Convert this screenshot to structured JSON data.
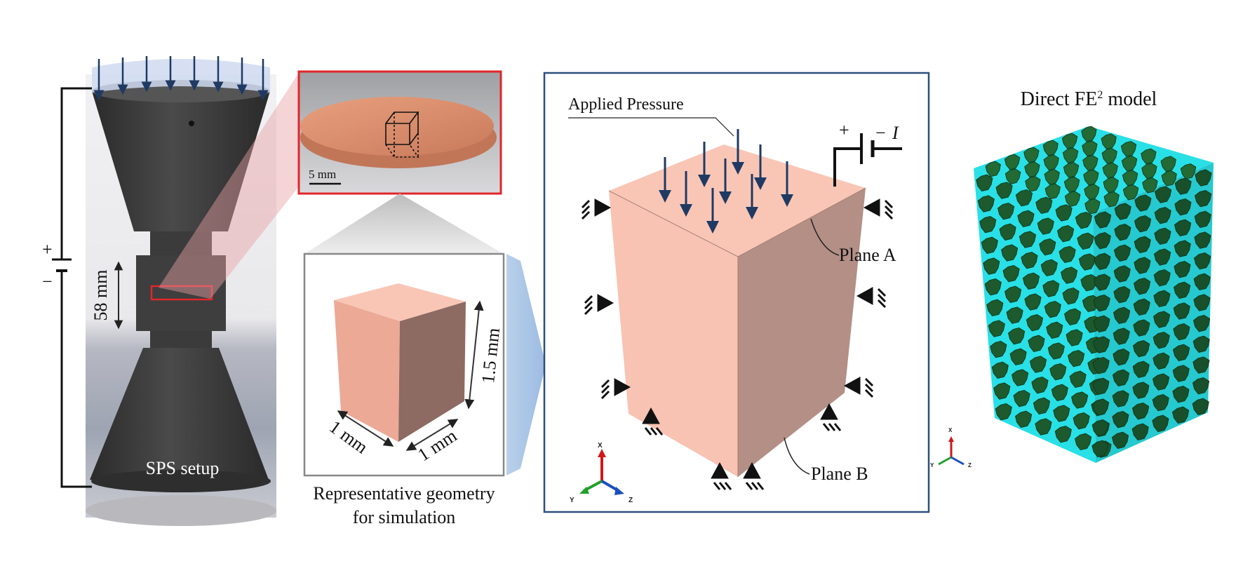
{
  "figure": {
    "sps_label": "SPS setup",
    "height_label": "58 mm",
    "plus_sign": "+",
    "minus_sign": "−",
    "scale_bar_label": "5 mm",
    "rep_caption_line1": "Representative geometry",
    "rep_caption_line2": "for simulation",
    "dim_width_label": "1 mm",
    "dim_depth_label": "1 mm",
    "dim_height_label": "1.5 mm",
    "applied_pressure_label": "Applied Pressure",
    "plane_a_label": "Plane A",
    "plane_b_label": "Plane B",
    "current_plus": "+",
    "current_minus": "−",
    "current_symbol": "I",
    "fe2_title_prefix": "Direct FE",
    "fe2_title_sup": "2",
    "fe2_title_suffix": " model",
    "axis_x": "X",
    "axis_y": "Y",
    "axis_z": "Z"
  },
  "colors": {
    "pressure_arrow": "#1f3a63",
    "frame_blue": "#2d4f7c",
    "highlight_red": "#e0262b",
    "cube_top": "#f9c6b6",
    "cube_left": "#f6bca9",
    "cube_right": "#b78f85",
    "graphite": "#3a3a3a",
    "fe2_green": "#1d5a2d",
    "fe2_cyan": "#29e0e6"
  }
}
